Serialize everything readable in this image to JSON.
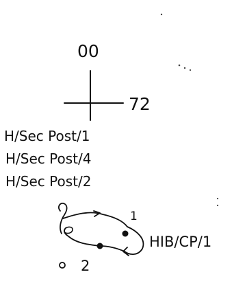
{
  "sketch": {
    "top_label": "00",
    "right_label": "72",
    "posts": [
      "H/Sec Post/1",
      "H/Sec Post/4",
      "H/Sec Post/2"
    ],
    "diagram": {
      "node_label_1": "1",
      "node_label_2": "2",
      "caption": "HIB/CP/1"
    }
  }
}
